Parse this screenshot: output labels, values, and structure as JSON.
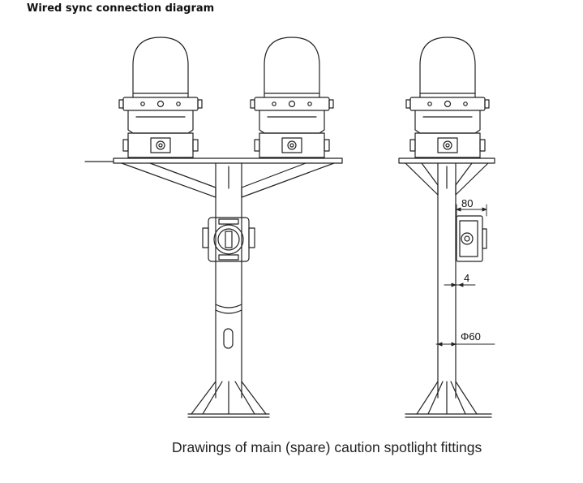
{
  "header": {
    "title": "Wired sync connection diagram"
  },
  "caption": {
    "text": "Drawings of main (spare) caution spotlight fittings"
  },
  "dimensions": {
    "width_label": "80",
    "offset_label": "4",
    "diameter_label": "Φ60"
  },
  "colors": {
    "line": "#222222",
    "background": "#ffffff"
  }
}
